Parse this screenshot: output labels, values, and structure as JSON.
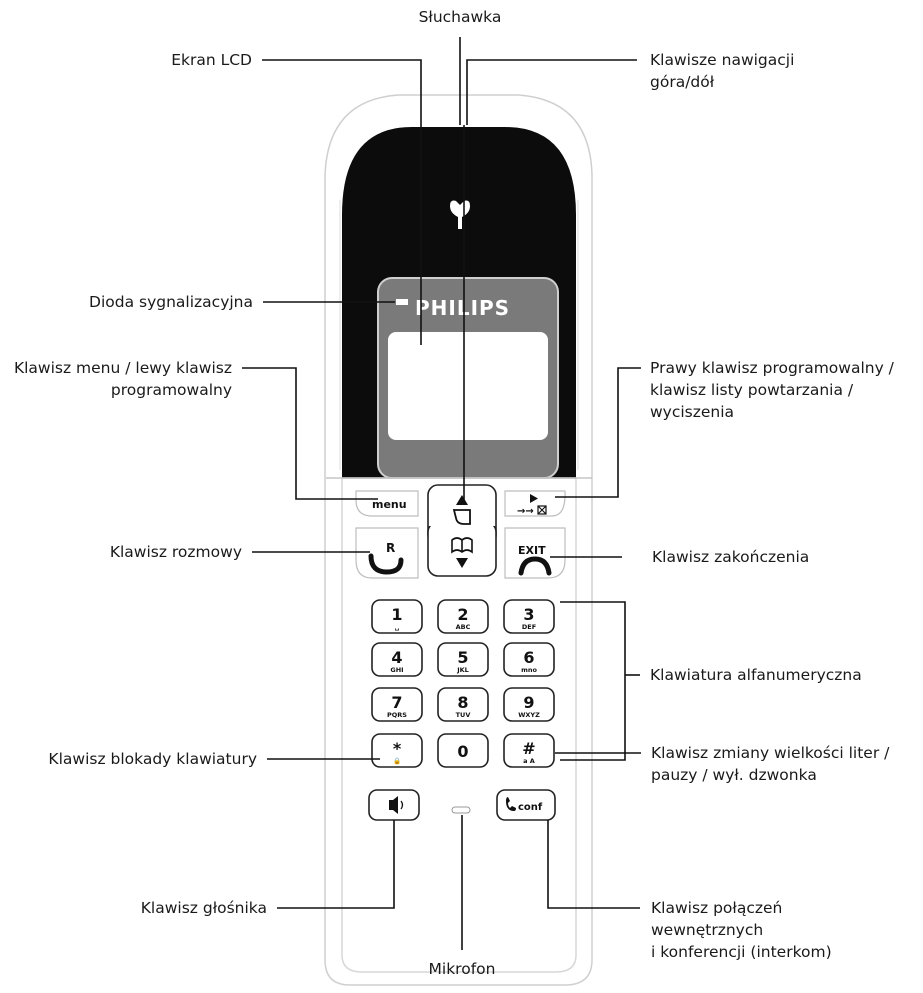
{
  "brand": "PHILIPS",
  "keys": {
    "menu": "menu",
    "exit": "EXIT",
    "r": "R",
    "conf": "conf",
    "digits": [
      {
        "d": "1",
        "s": "␣"
      },
      {
        "d": "2",
        "s": "ABC"
      },
      {
        "d": "3",
        "s": "DEF"
      },
      {
        "d": "4",
        "s": "GHI"
      },
      {
        "d": "5",
        "s": "JKL"
      },
      {
        "d": "6",
        "s": "mno"
      },
      {
        "d": "7",
        "s": "PQRS"
      },
      {
        "d": "8",
        "s": "TUV"
      },
      {
        "d": "9",
        "s": "WXYZ"
      },
      {
        "d": "*",
        "s": "🔒"
      },
      {
        "d": "0",
        "s": ""
      },
      {
        "d": "#",
        "s": "a A"
      }
    ]
  },
  "labels": {
    "sluchawka": "Słuchawka",
    "ekran": "Ekran LCD",
    "nawigacja": [
      "Klawisze nawigacji",
      "góra/dół"
    ],
    "dioda": "Dioda sygnalizacyjna",
    "menu": [
      "Klawisz menu / lewy klawisz",
      "programowalny"
    ],
    "prawy": [
      "Prawy klawisz programowalny /",
      "klawisz listy powtarzania /",
      "wyciszenia"
    ],
    "rozmowy": "Klawisz rozmowy",
    "zakonczenia": "Klawisz zakończenia",
    "klawiatura": "Klawiatura alfanumeryczna",
    "blokady": "Klawisz blokady klawiatury",
    "zmiany": [
      "Klawisz zmiany wielkości liter /",
      "pauzy / wył. dzwonka"
    ],
    "glosnika": "Klawisz głośnika",
    "mikrofon": "Mikrofon",
    "polaczen": [
      "Klawisz połączeń",
      "wewnętrznych",
      "i konferencji (interkom)"
    ]
  }
}
